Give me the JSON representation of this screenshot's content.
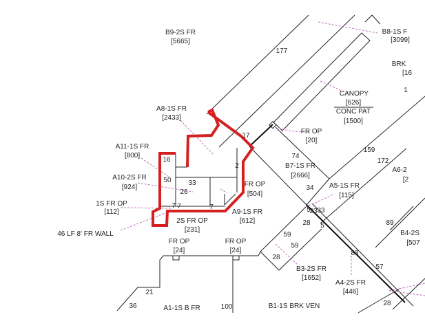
{
  "colors": {
    "outline": "#d42020",
    "lines": "#222222",
    "leaders": "#c070c0"
  },
  "labels": [
    "B9-2S FR",
    "[5665]",
    "177",
    "B8-1S F",
    "[3099]",
    "BRK",
    "[16",
    "CANOPY",
    "[626]",
    "CONC PAT",
    "[1500]",
    "FR OP",
    "[20]",
    "74",
    "B7-1S FR",
    "[2666]",
    "159",
    "172",
    "A6-2",
    "[2",
    "34",
    "A5-1S FR",
    "[115]",
    "5",
    "23",
    "33",
    "28",
    "5",
    "89",
    "B4-2S",
    "[507",
    "59",
    "59",
    "28",
    "B3-2S FR",
    "[1652]",
    "83",
    "57",
    "A4-2S FR",
    "[446]",
    "28",
    "B1-1S BRK VEN",
    "A1-1S B FR",
    "100",
    "21",
    "36",
    "FR OP",
    "[24]",
    "FR OP",
    "[24]",
    "A8-1S FR",
    "[2433]",
    "A11-1S FR",
    "[800]",
    "16",
    "50",
    "A10-2S FR",
    "[924]",
    "33",
    "26",
    "1S FR OP",
    "[112]",
    "2S FR OP",
    "[231]",
    "A9-1S FR",
    "[612]",
    "FR OP",
    "[504]",
    "46 LF 8' FR WALL",
    "17",
    "7",
    "7",
    "7",
    "2",
    "1"
  ]
}
